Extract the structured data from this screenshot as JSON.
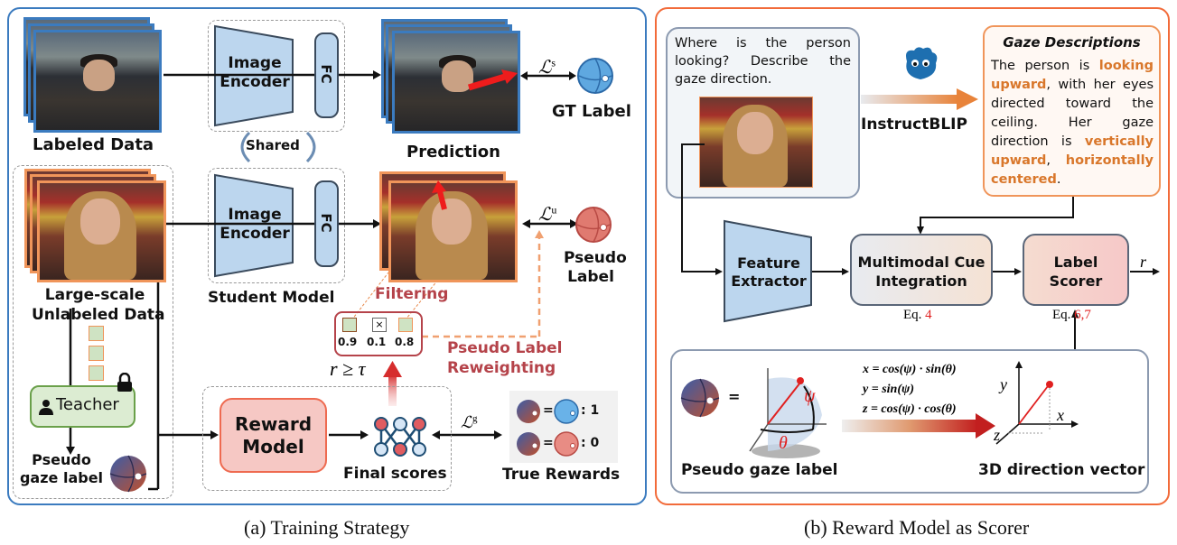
{
  "panel_a": {
    "caption": "(a) Training Strategy",
    "labeled_data": "Labeled Data",
    "image_encoder": "Image Encoder",
    "image_encoder_line1": "Image",
    "image_encoder_line2": "Encoder",
    "fc": "FC",
    "shared": "Shared",
    "prediction": "Prediction",
    "gt_label": "GT Label",
    "loss_s": "ℒ",
    "loss_s_sup": "s",
    "loss_u": "ℒ",
    "loss_u_sup": "u",
    "loss_g": "ℒ",
    "loss_g_sup": "g",
    "pseudo_label_line1": "Pseudo",
    "pseudo_label_line2": "Label",
    "student_model": "Student Model",
    "unlabeled_line1": "Large-scale",
    "unlabeled_line2": "Unlabeled Data",
    "filtering": "Filtering",
    "scores": [
      "0.9",
      "0.1",
      "0.8"
    ],
    "reweighting_line1": "Pseudo Label",
    "reweighting_line2": "Reweighting",
    "threshold": "r ≥ τ",
    "teacher": "Teacher",
    "pseudo_gaze_line1": "Pseudo",
    "pseudo_gaze_line2": "gaze label",
    "reward_line1": "Reward",
    "reward_line2": "Model",
    "final_scores": "Final scores",
    "true_rewards": "True Rewards",
    "reward_rows": [
      {
        "equals": "=",
        "value": ": 1"
      },
      {
        "equals": "=",
        "value": ": 0"
      }
    ]
  },
  "panel_b": {
    "caption": "(b) Reward Model as Scorer",
    "question": "Where is the person looking? Describe the gaze direction.",
    "instructblip": "InstructBLIP",
    "gaze_title": "Gaze Descriptions",
    "gaze_text": [
      {
        "t": "The person is ",
        "hl": false
      },
      {
        "t": "looking upward",
        "hl": true
      },
      {
        "t": ", with her eyes directed toward the ceiling. Her gaze direction is ",
        "hl": false
      },
      {
        "t": "vertically upward",
        "hl": true
      },
      {
        "t": ", ",
        "hl": false
      },
      {
        "t": "horizontally centered",
        "hl": true
      },
      {
        "t": ".",
        "hl": false
      }
    ],
    "feature_line1": "Feature",
    "feature_line2": "Extractor",
    "mm_line1": "Multimodal Cue",
    "mm_line2": "Integration",
    "eq_mm_prefix": "Eq. ",
    "eq_mm_ref": "4",
    "ls_line1": "Label",
    "ls_line2": "Scorer",
    "eq_ls_prefix": "Eq. ",
    "eq_ls_ref": "6,7",
    "output_r": "r",
    "eq_x": "x = cos(ψ) · sin(θ)",
    "eq_y": "y = sin(ψ)",
    "eq_z": "z = cos(ψ) · cos(θ)",
    "psi": "ψ",
    "theta": "θ",
    "axis_x": "x",
    "axis_y": "y",
    "axis_z": "z",
    "equals": "=",
    "pseudo_gaze": "Pseudo gaze label",
    "direction_vector": "3D direction vector"
  },
  "colors": {
    "blue_accent": "#3b7bbf",
    "orange_accent": "#f26b3a",
    "highlight_orange": "#d9772b",
    "filter_red": "#b5434a",
    "encoder_fill": "#bcd6ee"
  }
}
